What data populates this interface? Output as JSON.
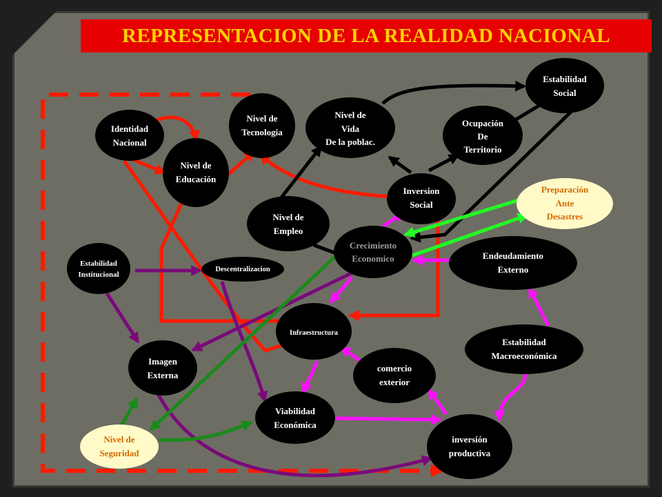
{
  "title": "REPRESENTACION DE LA REALIDAD NACIONAL",
  "colors": {
    "node_dark": "#000000",
    "node_light": "#fffac8",
    "title_bg": "#e60000",
    "title_text": "#ffd400",
    "text_light": "#ffffff",
    "text_orange": "#d46a00",
    "text_gray": "#9a9a9a",
    "red": "#ff1a00",
    "black": "#000000",
    "magenta": "#ff10ff",
    "purple": "#7a0a7a",
    "green": "#1a8a1a",
    "bright_green": "#22ff22"
  },
  "nodes": {
    "identidad": {
      "lines": [
        "Identidad",
        "Nacional"
      ]
    },
    "educacion": {
      "lines": [
        "Nivel de",
        "Educación"
      ]
    },
    "tecnologia": {
      "lines": [
        "Nivel de",
        "Tecnologia"
      ]
    },
    "vida": {
      "lines": [
        "Nivel de",
        "Vida",
        "De la poblac."
      ]
    },
    "ocupacion": {
      "lines": [
        "Ocupación",
        "De",
        "Territorio"
      ]
    },
    "estab_social": {
      "lines": [
        "Estabilidad",
        "Social"
      ]
    },
    "inversion_social": {
      "lines": [
        "Inversion",
        "Social"
      ]
    },
    "preparacion": {
      "lines": [
        "Preparación",
        "Ante",
        "Desastres"
      ]
    },
    "empleo": {
      "lines": [
        "Nivel de",
        "Empleo"
      ]
    },
    "crecimiento": {
      "lines": [
        "Crecimiento",
        "Economico"
      ]
    },
    "endeudamiento": {
      "lines": [
        "Endeudamiento",
        "Externo"
      ]
    },
    "estab_inst": {
      "lines": [
        "Estabilidad",
        "Institucional"
      ]
    },
    "descentralizacion": {
      "lines": [
        "Descentralizacion"
      ]
    },
    "infraestructura": {
      "lines": [
        "Infraestructura"
      ]
    },
    "estab_macro": {
      "lines": [
        "Estabilidad",
        "Macroeconómica"
      ]
    },
    "imagen": {
      "lines": [
        "Imagen",
        "Externa"
      ]
    },
    "comercio": {
      "lines": [
        "comercio",
        "exterior"
      ]
    },
    "viabilidad": {
      "lines": [
        "Viabilidad",
        "Económica"
      ]
    },
    "inversion_prod": {
      "lines": [
        "inversión",
        "productiva"
      ]
    },
    "seguridad": {
      "lines": [
        "Nivel de",
        "Seguridad"
      ]
    }
  }
}
